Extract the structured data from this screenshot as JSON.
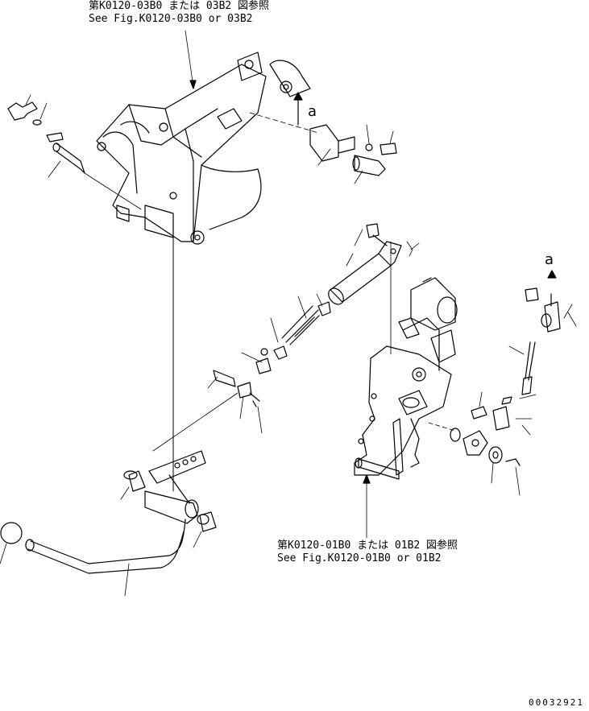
{
  "references": {
    "top": {
      "jp": "第K0120-03B0 または 03B2 図参照",
      "en": "See Fig.K0120-03B0 or 03B2"
    },
    "bottom": {
      "jp": "第K0120-01B0 または 01B2 図参照",
      "en": "See Fig.K0120-01B0 or 01B2"
    }
  },
  "callouts": {
    "a_top": "a",
    "a_right": "a"
  },
  "document_number": "00032921"
}
